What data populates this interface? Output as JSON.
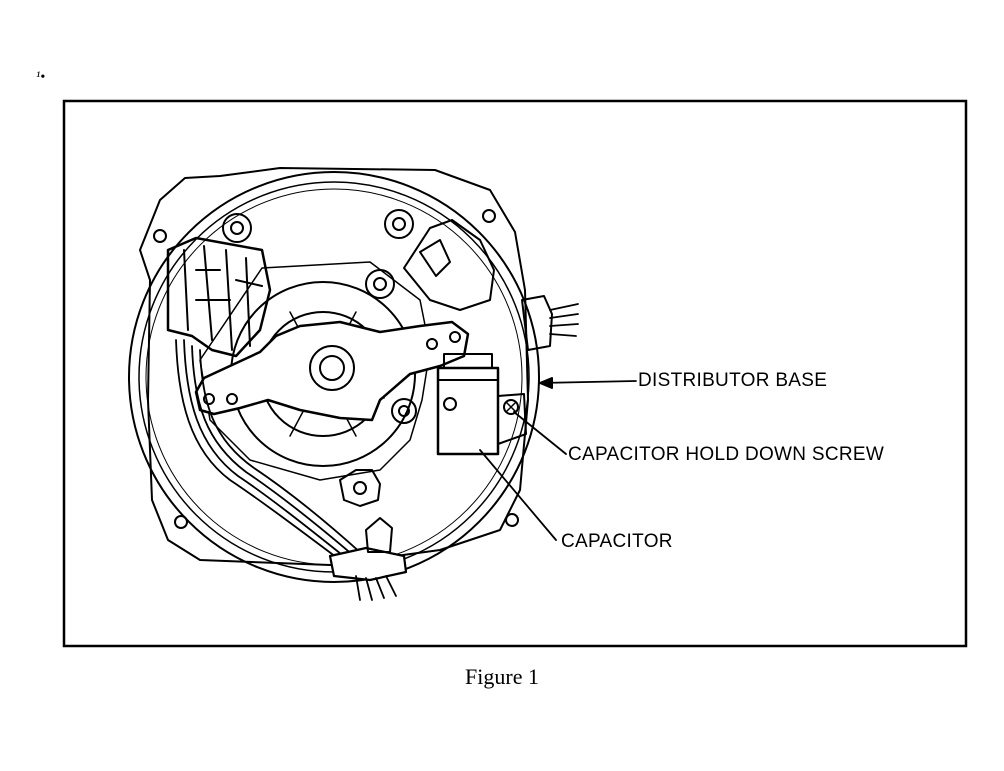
{
  "labels": {
    "distributor_base": "DISTRIBUTOR BASE",
    "capacitor_hold_down_screw": "CAPACITOR HOLD DOWN SCREW",
    "capacitor": "CAPACITOR"
  },
  "caption": "Figure 1",
  "corner_mark": "¹•"
}
